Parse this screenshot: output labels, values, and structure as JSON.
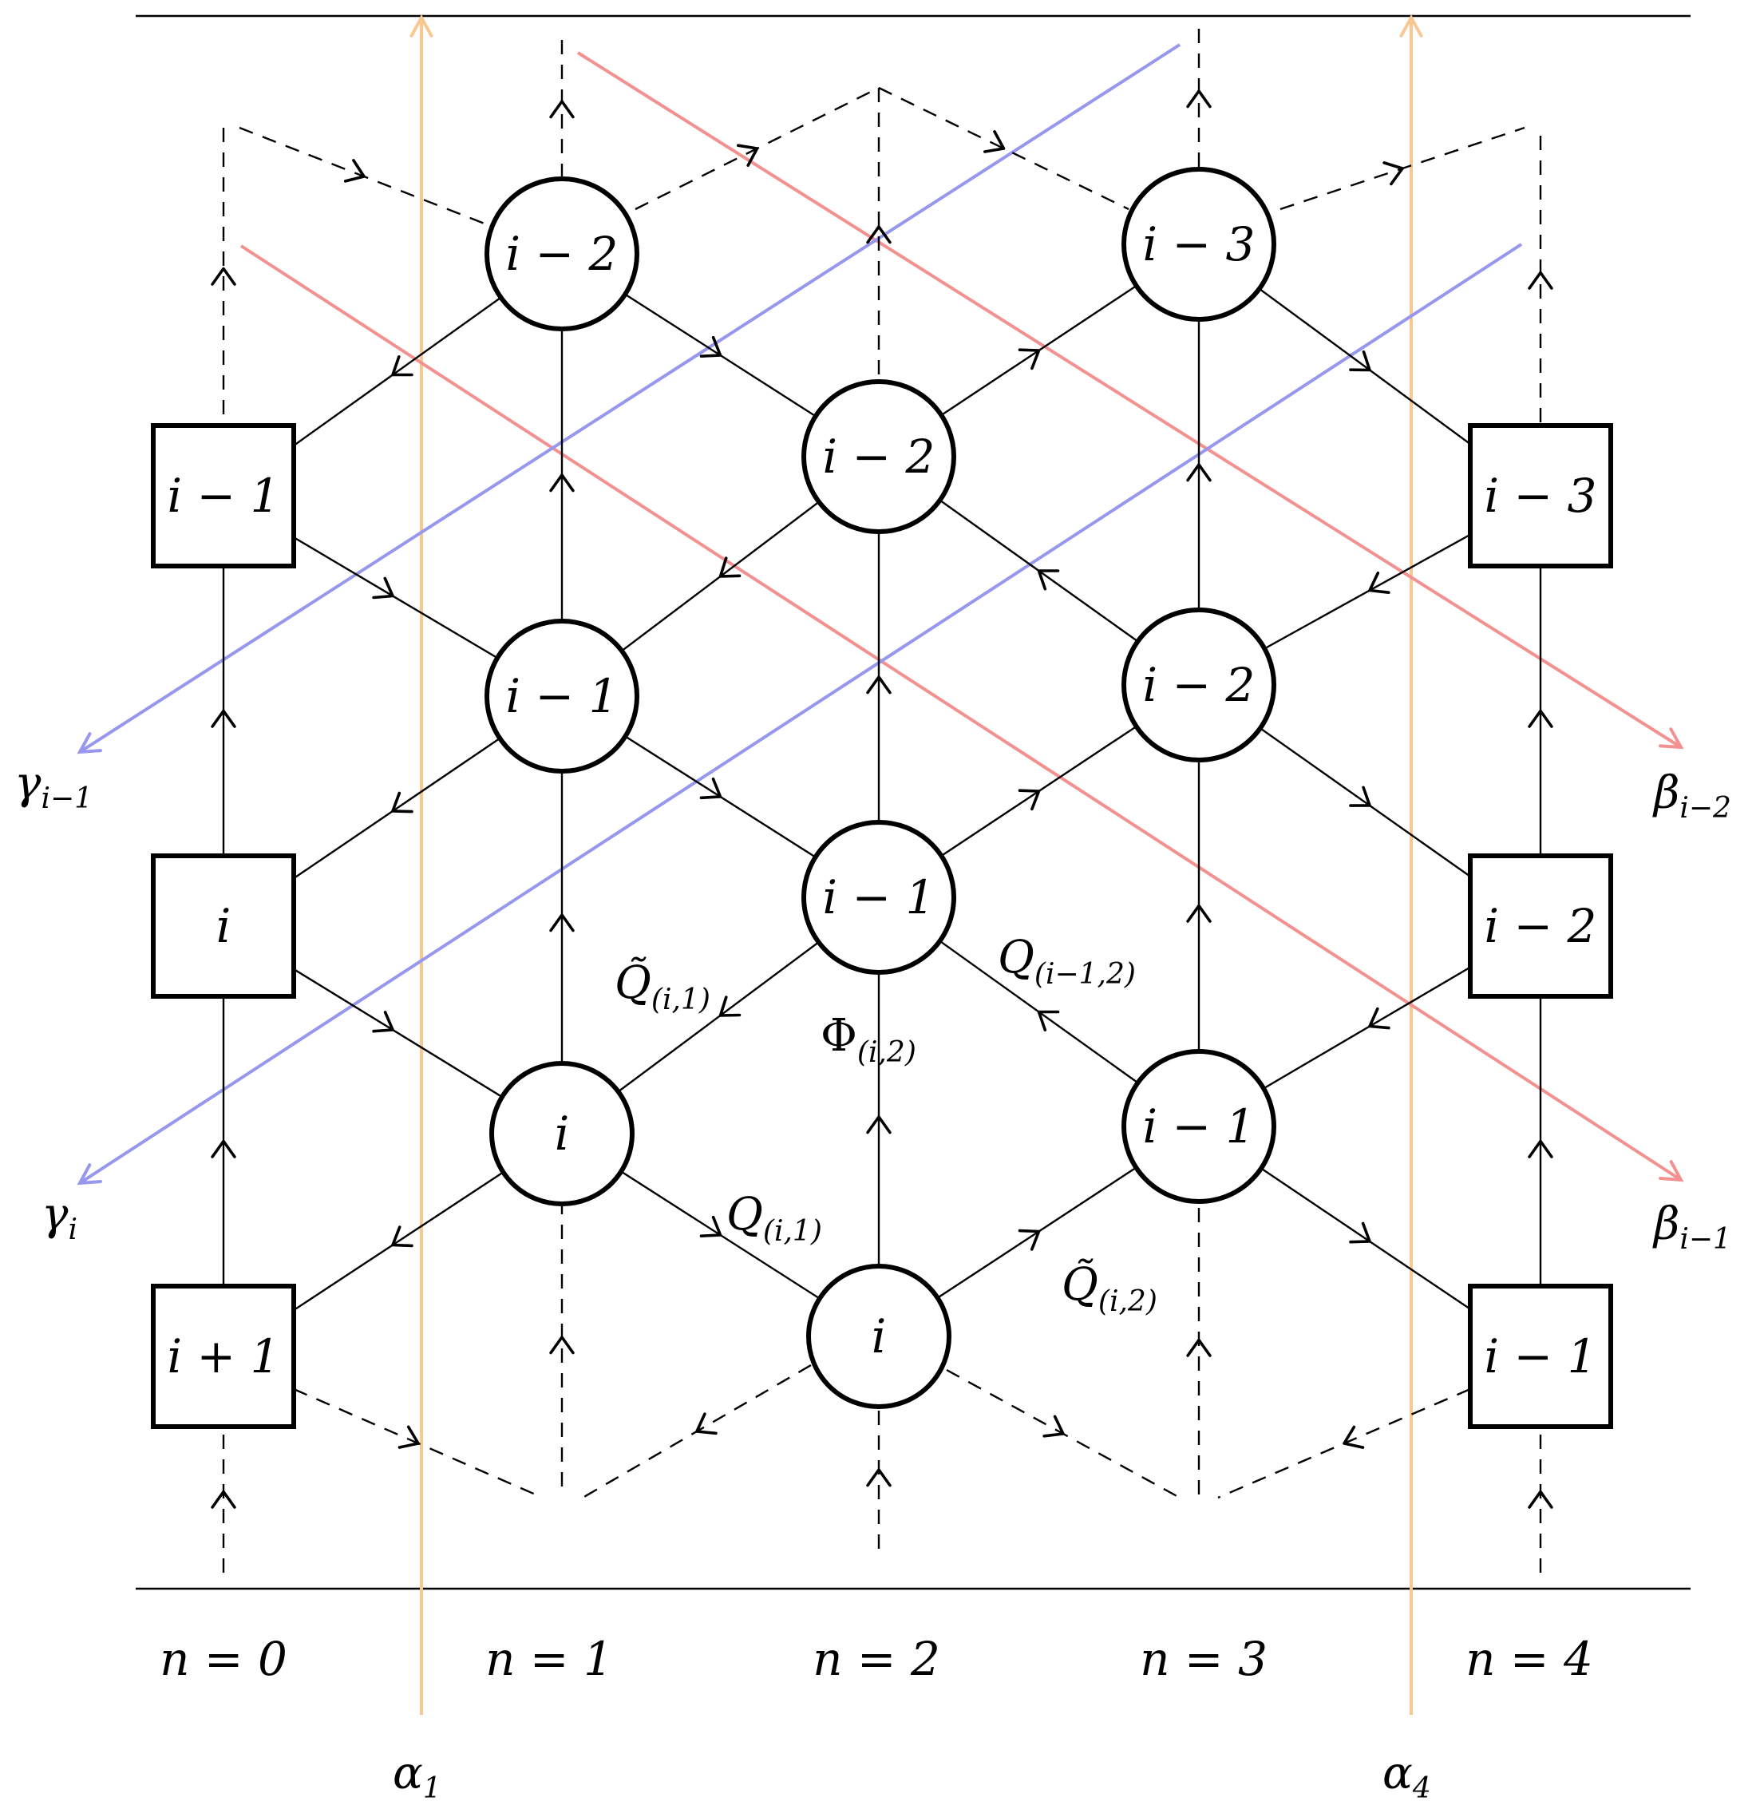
{
  "colors": {
    "alpha": "#f8c792",
    "beta": "#f39191",
    "gamma": "#9797ee",
    "ink": "#000000"
  },
  "columns": [
    "n = 0",
    "n = 1",
    "n = 2",
    "n = 3",
    "n = 4"
  ],
  "nodes": {
    "c0r0": "i − 1",
    "c0r1": "i",
    "c0r2": "i + 1",
    "c1r0": "i − 2",
    "c1r1": "i − 1",
    "c1r2": "i",
    "c2r0": "i − 2",
    "c2r1": "i − 1",
    "c2r2": "i",
    "c3r0": "i − 3",
    "c3r1": "i − 2",
    "c3r2": "i − 1",
    "c4r0": "i − 3",
    "c4r1": "i − 2",
    "c4r2": "i − 1"
  },
  "fields": {
    "q_tilde_i1": {
      "symbol": "Q̃",
      "sub": "(i,1)"
    },
    "phi_i2": {
      "symbol": "Φ",
      "sub": "(i,2)"
    },
    "q_im1_2": {
      "symbol": "Q",
      "sub": "(i−1,2)"
    },
    "q_i1": {
      "symbol": "Q",
      "sub": "(i,1)"
    },
    "q_tilde_i2": {
      "symbol": "Q̃",
      "sub": "(i,2)"
    }
  },
  "lines": {
    "alpha_1": {
      "symbol": "α",
      "sub": "1"
    },
    "alpha_4": {
      "symbol": "α",
      "sub": "4"
    },
    "beta_im2": {
      "symbol": "β",
      "sub": "i−2"
    },
    "beta_im1": {
      "symbol": "β",
      "sub": "i−1"
    },
    "gamma_im1": {
      "symbol": "γ",
      "sub": "i−1"
    },
    "gamma_i": {
      "symbol": "γ",
      "sub": "i"
    }
  }
}
